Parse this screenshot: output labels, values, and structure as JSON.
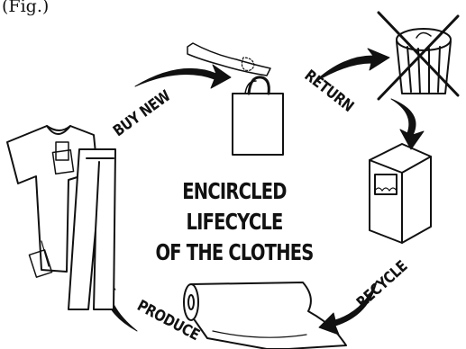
{
  "top_text": "(Fig.)",
  "title": {
    "line1": "ENCIRCLED LIFECYCLE",
    "line2": "OF THE CLOTHES"
  },
  "stages": [
    {
      "label": "BUY NEW",
      "icon": "shopping-bag-icon"
    },
    {
      "label": "RETURN",
      "icon": "crossed-out-trash-bin-icon"
    },
    {
      "label": "RECYCLE",
      "icon": "recycling-bin-icon"
    },
    {
      "label": "PRODUCE",
      "icon": "fabric-roll-icon"
    }
  ],
  "garment_icon": "tshirt-and-trousers-icon",
  "colors": {
    "ink": "#111111",
    "background": "#ffffff"
  }
}
